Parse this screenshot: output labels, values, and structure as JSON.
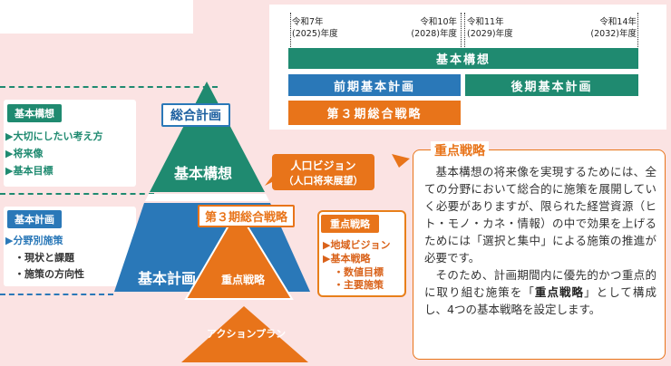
{
  "timeline": {
    "years": [
      {
        "line1": "令和7年",
        "line2": "(2025)年度"
      },
      {
        "line1": "令和10年",
        "line2": "(2028)年度"
      },
      {
        "line1": "令和11年",
        "line2": "(2029)年度"
      },
      {
        "line1": "令和14年",
        "line2": "(2032)年度"
      }
    ],
    "bars": {
      "basic": "基本構想",
      "early": "前期基本計画",
      "late": "後期基本計画",
      "third": "第３期総合戦略"
    },
    "colors": {
      "basic": "#1f8a70",
      "plan": "#2a78b8",
      "strategy": "#e8741a"
    }
  },
  "left": {
    "kihon_koso": {
      "heading": "基本構想",
      "items": [
        "▶大切にしたい考え方",
        "▶将来像",
        "▶基本目標"
      ]
    },
    "kihon_keikaku": {
      "heading": "基本計画",
      "items": [
        "▶分野別施策"
      ],
      "subitems": [
        "・現状と課題",
        "・施策の方向性"
      ]
    }
  },
  "pyramid": {
    "top_label": "総合計画",
    "koso": "基本構想",
    "keikaku": "基本計画",
    "senryaku_label": "第３期総合戦略",
    "juten": "重点戦略",
    "action": "アクションプラン",
    "vision": {
      "line1": "人口ビジョン",
      "line2": "（人口将来展望）"
    }
  },
  "strategy_callout": {
    "heading": "重点戦略",
    "items": [
      "▶地域ビジョン",
      "▶基本戦略"
    ],
    "subitems": [
      "・数値目標",
      "・主要施策"
    ]
  },
  "juten_box": {
    "title": "重点戦略",
    "para1": "基本構想の将来像を実現するためには、全ての分野において総合的に施策を展開していく必要がありますが、限られた経営資源（ヒト・モノ・カネ・情報）の中で効果を上げるためには「選択と集中」による施策の推進が必要です。",
    "para2_before": "そのため、計画期間内に優先的かつ重点的に取り組む施策を「",
    "para2_bold": "重点戦略",
    "para2_after": "」として構成し、4つの基本戦略を設定します。"
  }
}
